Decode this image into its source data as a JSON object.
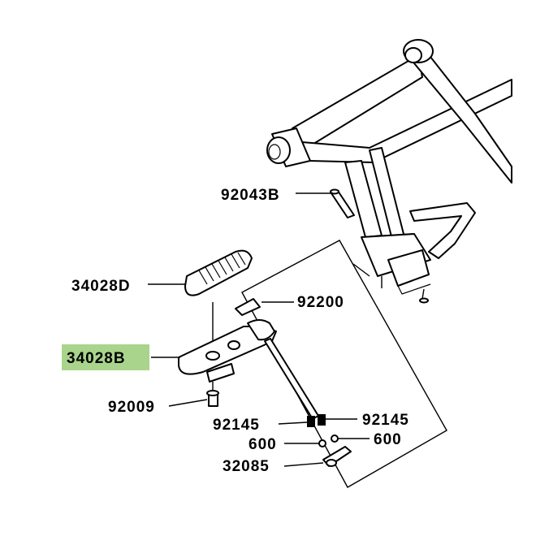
{
  "diagram": {
    "highlight_color": "#a9d48c",
    "labels": {
      "p92043B": "92043B",
      "p34028D": "34028D",
      "p92200": "92200",
      "p34028B": "34028B",
      "p92009": "92009",
      "p92145_left": "92145",
      "p92145_right": "92145",
      "p600_left": "600",
      "p600_right": "600",
      "p32085": "32085"
    }
  }
}
